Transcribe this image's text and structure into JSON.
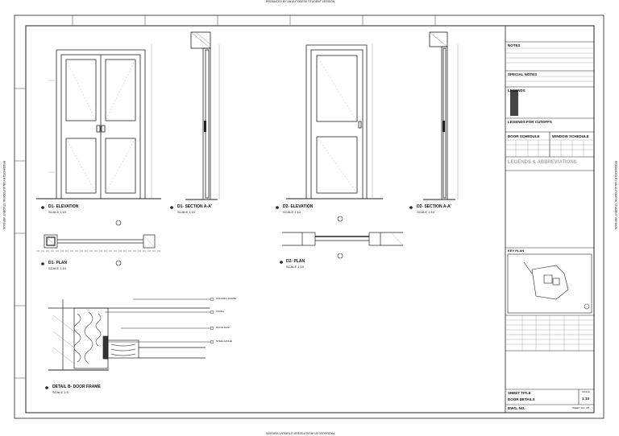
{
  "watermark": "PRODUCED BY AN AUTODESK STUDENT VERSION",
  "views": {
    "d1_elevation": {
      "title": "D1- ELEVATION",
      "scale": "SCALE 1:10"
    },
    "d1_section": {
      "title": "D1- SECTION A-A'",
      "scale": "SCALE 1:10"
    },
    "d2_elevation": {
      "title": "D2- ELEVATION",
      "scale": "SCALE 1:10"
    },
    "d2_section": {
      "title": "D2- SECTION A-A'",
      "scale": "SCALE 1:10"
    },
    "d1_plan": {
      "title": "D1- PLAN",
      "scale": "SCALE 1:10"
    },
    "d2_plan": {
      "title": "D2- PLAN",
      "scale": "SCALE 1:10"
    },
    "detail": {
      "title": "DETAIL B- DOOR FRAME",
      "scale": "SCALE 1:5"
    }
  },
  "detail_callouts": [
    "WOODEN FRAME",
    "FINISH",
    "DOOR LEAF",
    "STEEL HINGE"
  ],
  "title_block": {
    "notes_title": "NOTES",
    "specs_title": "SPECIAL NOTES",
    "legends_title": "LEGENDS",
    "legends_cutoffs_title": "LEGENDS FOR CUTOFFS",
    "door_schedule": "DOOR SCHEDULE",
    "window_schedule": "WINDOW SCHEDULE",
    "abbreviations": "LEGENDS & ABBREVIATIONS",
    "key_plan": "KEY PLAN",
    "sheet_title_label": "SHEET TITLE",
    "sheet_title": "DOOR DETAILS",
    "scale_label": "SCALE",
    "scale_value": "1:10",
    "dwg_label": "DWG. NO.",
    "sheet_no": "SHEET NO. 4/5"
  },
  "colors": {
    "line": "#222222",
    "light": "#9a9a9a"
  }
}
